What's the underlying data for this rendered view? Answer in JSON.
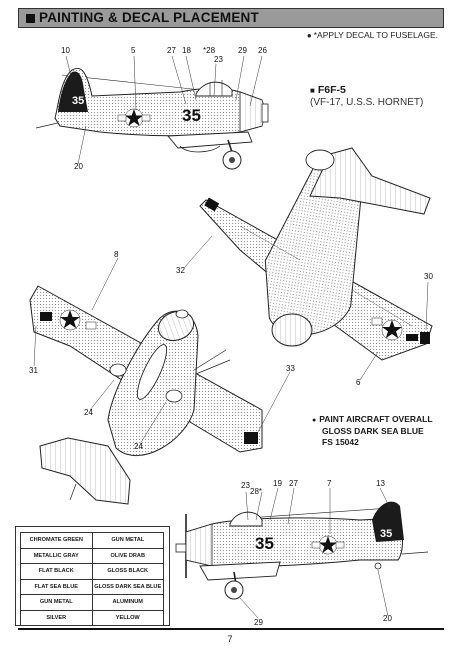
{
  "header": {
    "title": "PAINTING & DECAL PLACEMENT"
  },
  "note": {
    "text": "*APPLY DECAL TO FUSELAGE."
  },
  "aircraft": {
    "model": "F6F-5",
    "unit": "(VF-17, U.S.S. HORNET)"
  },
  "markings": {
    "code": "35"
  },
  "paint": {
    "line1": "PAINT AIRCRAFT OVERALL",
    "line2": "GLOSS DARK SEA BLUE",
    "line3": "FS 15042"
  },
  "callouts": {
    "top_side": [
      "10",
      "5",
      "27",
      "18",
      "*28",
      "23",
      "29",
      "26",
      "20"
    ],
    "upper_view": [
      "32",
      "30",
      "6"
    ],
    "lower_view": [
      "8",
      "31",
      "24",
      "24",
      "33"
    ],
    "bottom_side": [
      "23",
      "28*",
      "19",
      "27",
      "7",
      "13",
      "20",
      "29"
    ]
  },
  "color_legend": [
    [
      "CHROMATE GREEN",
      "GUN METAL"
    ],
    [
      "METALLIC GRAY",
      "OLIVE DRAB"
    ],
    [
      "FLAT BLACK",
      "GLOSS BLACK"
    ],
    [
      "FLAT SEA BLUE",
      "GLOSS DARK SEA BLUE"
    ],
    [
      "GUN METAL",
      "ALUMINUM"
    ],
    [
      "SILVER",
      "YELLOW"
    ]
  ],
  "page": {
    "number": "7"
  }
}
